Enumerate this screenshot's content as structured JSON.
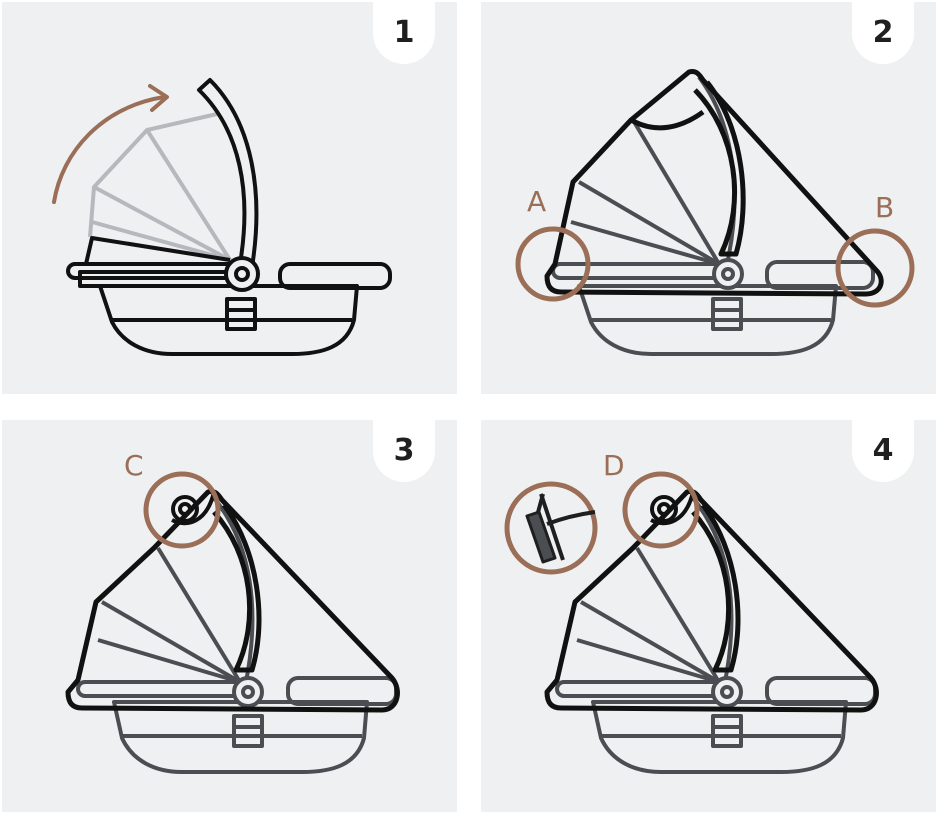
{
  "steps": [
    {
      "number": "1"
    },
    {
      "number": "2",
      "labels": [
        "A",
        "B"
      ]
    },
    {
      "number": "3",
      "labels": [
        "C"
      ]
    },
    {
      "number": "4",
      "labels": [
        "D"
      ]
    }
  ],
  "colors": {
    "panel_bg": "#eff0f1",
    "line": "#111111",
    "muted_line": "#4a4d52",
    "ghost_line": "#b5b8bc",
    "accent": "#9a6e57"
  },
  "icons": [
    "car-seat-icon",
    "canopy-icon",
    "rotation-arrow-icon",
    "highlight-circle-icon",
    "strap-detail-icon"
  ]
}
